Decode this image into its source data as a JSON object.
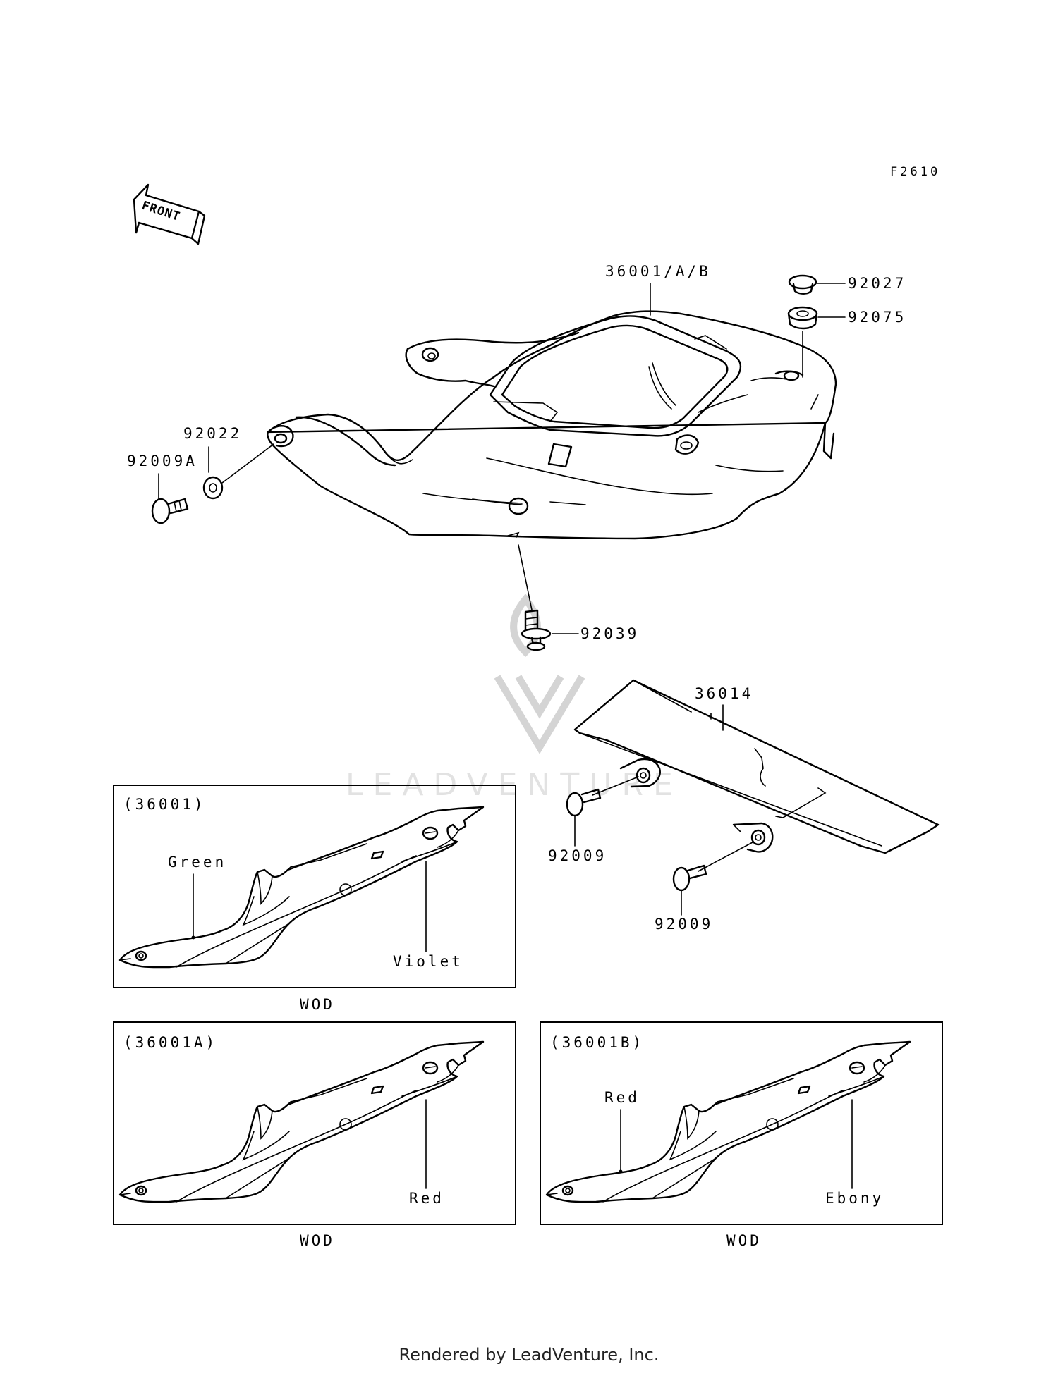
{
  "figure_code": "F2610",
  "front_label": "FRONT",
  "parts": {
    "seat_cover": "36001/A/B",
    "bolt_left": "92009A",
    "washer_left": "92022",
    "cap": "92027",
    "grommet": "92075",
    "clip_bottom": "92039",
    "chain_cover": "36014",
    "bolt_chain_upper": "92009",
    "bolt_chain_lower": "92009"
  },
  "variants": [
    {
      "code": "(36001)",
      "color_a": "Green",
      "color_b": "Violet",
      "caption": "WOD"
    },
    {
      "code": "(36001A)",
      "color_b": "Red",
      "caption": "WOD"
    },
    {
      "code": "(36001B)",
      "color_a": "Red",
      "color_b": "Ebony",
      "caption": "WOD"
    }
  ],
  "watermark": "LEADVENTURE",
  "footer": "Rendered by LeadVenture, Inc."
}
